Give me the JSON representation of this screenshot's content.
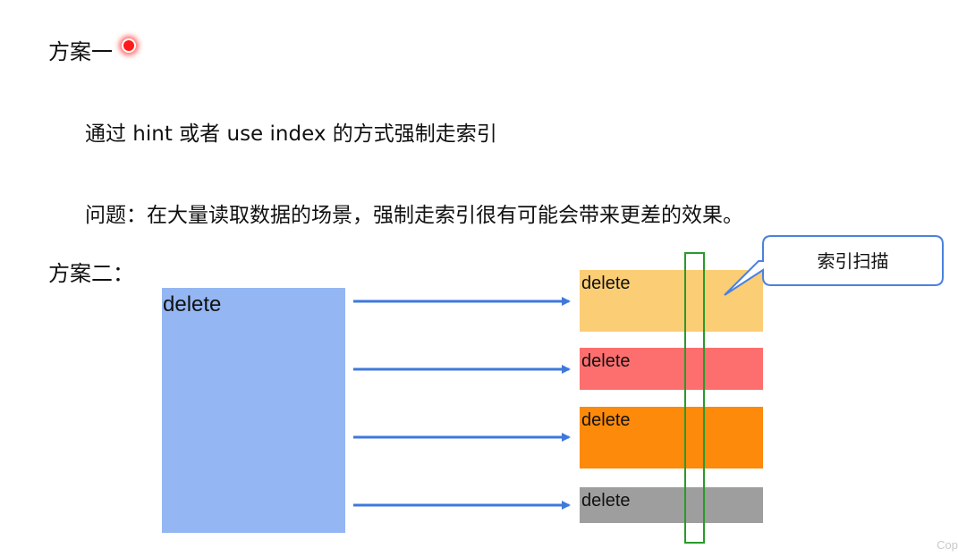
{
  "heading_plan_one": "方案一",
  "line_hint": "通过 hint 或者 use index 的方式强制走索引",
  "line_problem": "问题：在大量读取数据的场景，强制走索引很有可能会带来更差的效果。",
  "heading_plan_two": "方案二：",
  "source_box": {
    "label": "delete",
    "color": "#94b6f2"
  },
  "target_boxes": [
    {
      "label": "delete",
      "color": "#fbcd75"
    },
    {
      "label": "delete",
      "color": "#fd6f6f"
    },
    {
      "label": "delete",
      "color": "#fd8a0a"
    },
    {
      "label": "delete",
      "color": "#9e9e9e"
    }
  ],
  "callout": {
    "label": "索引扫描",
    "border_color": "#4a82de"
  },
  "scan_rect_color": "#2a9a2a",
  "arrow_color": "#3f78db",
  "watermark": "Cop"
}
